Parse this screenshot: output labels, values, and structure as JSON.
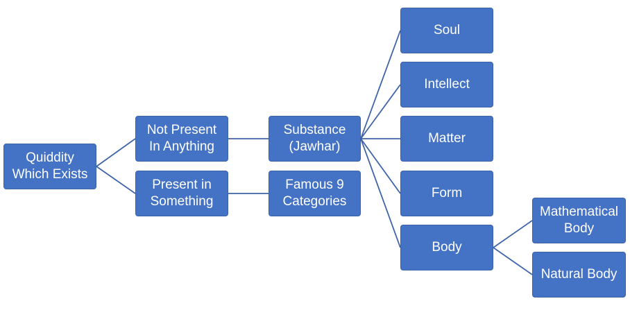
{
  "diagram": {
    "nodes": {
      "root": "Quiddity\nWhich Exists",
      "not_present": "Not Present\nIn Anything",
      "present": "Present in\nSomething",
      "substance": "Substance\n(Jawhar)",
      "categories": "Famous 9\nCategories",
      "soul": "Soul",
      "intellect": "Intellect",
      "matter": "Matter",
      "form": "Form",
      "body": "Body",
      "mathematical_body": "Mathematical\nBody",
      "natural_body": "Natural Body"
    },
    "colors": {
      "node_fill": "#4472c4",
      "node_text": "#ffffff",
      "connector": "#3d64a8"
    }
  }
}
